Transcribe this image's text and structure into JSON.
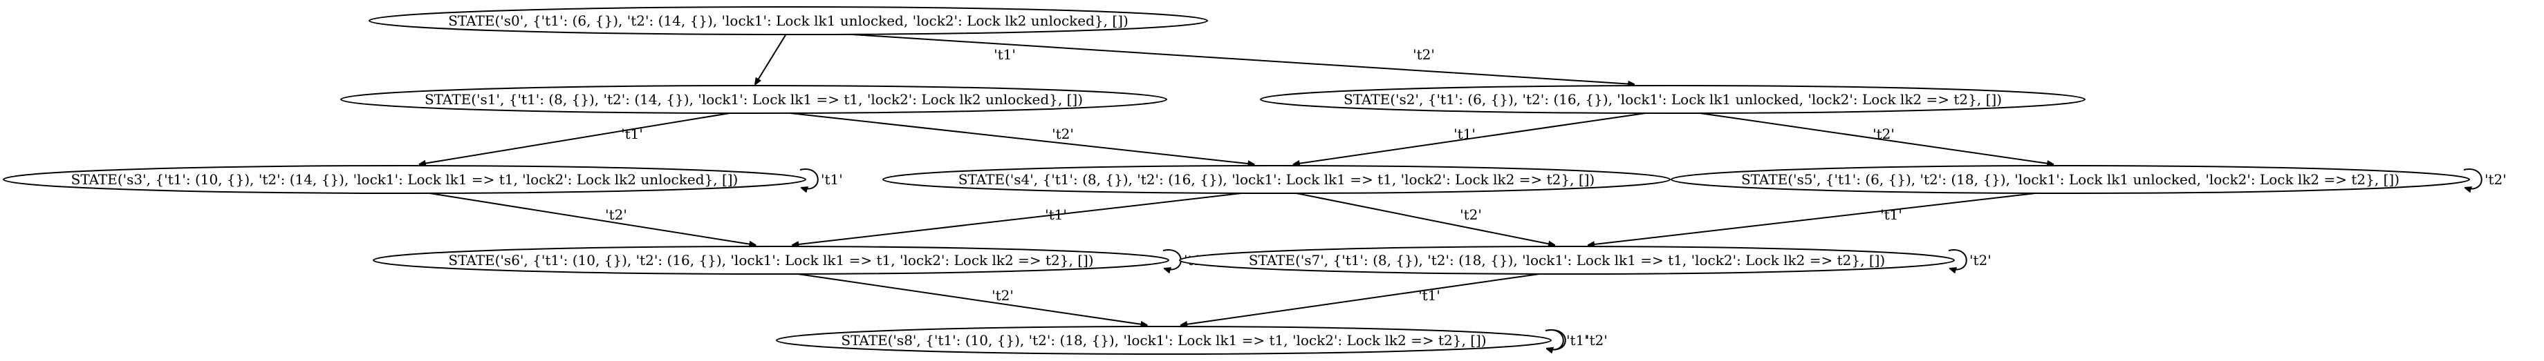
{
  "graph": {
    "nodes": [
      {
        "id": "s0",
        "label": "STATE('s0', {'t1': (6, {}), 't2': (14, {}), 'lock1': Lock lk1 unlocked, 'lock2': Lock lk2 unlocked}, [])"
      },
      {
        "id": "s1",
        "label": "STATE('s1', {'t1': (8, {}), 't2': (14, {}), 'lock1': Lock lk1 => t1, 'lock2': Lock lk2 unlocked}, [])"
      },
      {
        "id": "s2",
        "label": "STATE('s2', {'t1': (6, {}), 't2': (16, {}), 'lock1': Lock lk1 unlocked, 'lock2': Lock lk2 => t2}, [])"
      },
      {
        "id": "s3",
        "label": "STATE('s3', {'t1': (10, {}), 't2': (14, {}), 'lock1': Lock lk1 => t1, 'lock2': Lock lk2 unlocked}, [])"
      },
      {
        "id": "s4",
        "label": "STATE('s4', {'t1': (8, {}), 't2': (16, {}), 'lock1': Lock lk1 => t1, 'lock2': Lock lk2 => t2}, [])"
      },
      {
        "id": "s5",
        "label": "STATE('s5', {'t1': (6, {}), 't2': (18, {}), 'lock1': Lock lk1 unlocked, 'lock2': Lock lk2 => t2}, [])"
      },
      {
        "id": "s6",
        "label": "STATE('s6', {'t1': (10, {}), 't2': (16, {}), 'lock1': Lock lk1 => t1, 'lock2': Lock lk2 => t2}, [])"
      },
      {
        "id": "s7",
        "label": "STATE('s7', {'t1': (8, {}), 't2': (18, {}), 'lock1': Lock lk1 => t1, 'lock2': Lock lk2 => t2}, [])"
      },
      {
        "id": "s8",
        "label": "STATE('s8', {'t1': (10, {}), 't2': (18, {}), 'lock1': Lock lk1 => t1, 'lock2': Lock lk2 => t2}, [])"
      }
    ],
    "edges": [
      {
        "from": "s0",
        "to": "s1",
        "label": "'t1'"
      },
      {
        "from": "s0",
        "to": "s2",
        "label": "'t2'"
      },
      {
        "from": "s1",
        "to": "s3",
        "label": "'t1'"
      },
      {
        "from": "s1",
        "to": "s4",
        "label": "'t2'"
      },
      {
        "from": "s2",
        "to": "s4",
        "label": "'t1'"
      },
      {
        "from": "s2",
        "to": "s5",
        "label": "'t2'"
      },
      {
        "from": "s3",
        "to": "s3",
        "label": "'t1'"
      },
      {
        "from": "s3",
        "to": "s6",
        "label": "'t2'"
      },
      {
        "from": "s4",
        "to": "s6",
        "label": "'t1'"
      },
      {
        "from": "s4",
        "to": "s7",
        "label": "'t2'"
      },
      {
        "from": "s5",
        "to": "s5",
        "label": "'t2'"
      },
      {
        "from": "s5",
        "to": "s7",
        "label": "'t1'"
      },
      {
        "from": "s6",
        "to": "s6",
        "label": "'t1'"
      },
      {
        "from": "s6",
        "to": "s8",
        "label": "'t2'"
      },
      {
        "from": "s7",
        "to": "s7",
        "label": "'t2'"
      },
      {
        "from": "s7",
        "to": "s8",
        "label": "'t1'"
      },
      {
        "from": "s8",
        "to": "s8",
        "label": "'t1'"
      },
      {
        "from": "s8",
        "to": "s8",
        "label": "'t2'"
      }
    ]
  }
}
